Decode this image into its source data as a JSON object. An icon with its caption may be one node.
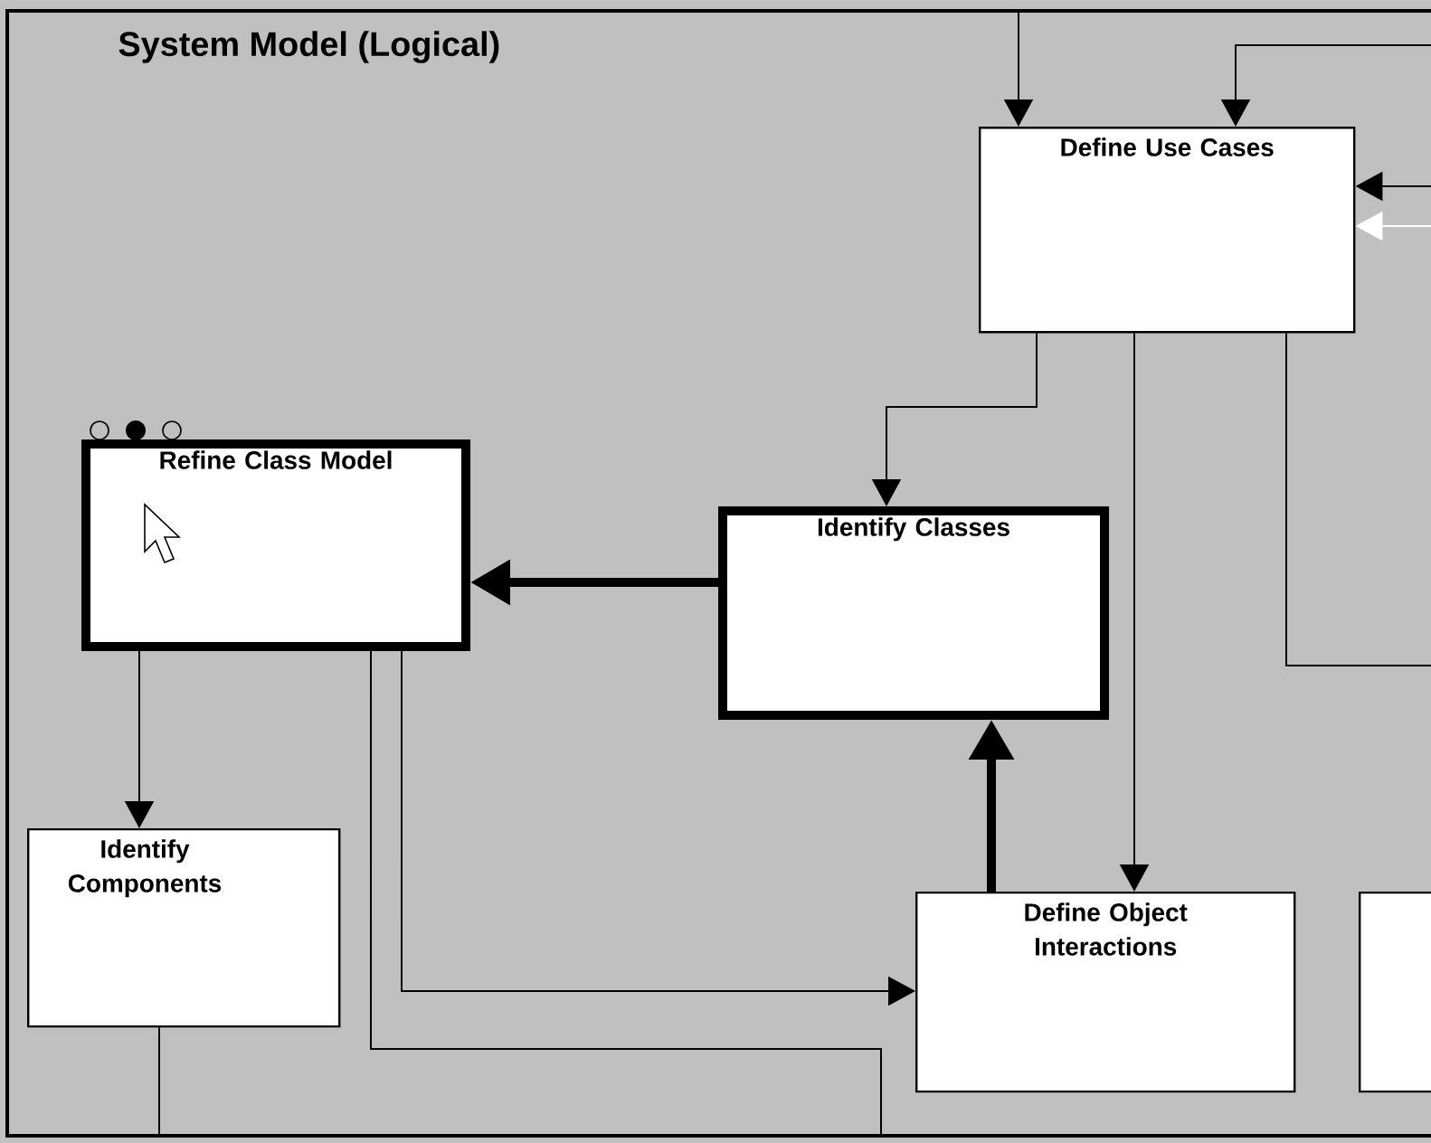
{
  "diagram": {
    "title": "System Model (Logical)",
    "nodes": [
      {
        "text": [
          "Define Use Cases"
        ]
      },
      {
        "text": [
          "Refine Class Model"
        ]
      },
      {
        "text": [
          "Identify Classes"
        ]
      },
      {
        "text": [
          "Identify Components"
        ]
      },
      {
        "text": [
          "Define Object Interactions"
        ]
      },
      {
        "text": [],
        "shape": "box"
      }
    ],
    "edges": [
      {
        "from": null,
        "to": 0,
        "arrow": "to"
      },
      {
        "from": null,
        "to": 0,
        "arrow": "to"
      },
      {
        "from": null,
        "to": 0,
        "arrow": "to"
      },
      {
        "from": null,
        "to": 0,
        "arrow": "to",
        "color": "#ffffff"
      },
      {
        "from": 0,
        "to": 2,
        "arrow": "to"
      },
      {
        "from": 0,
        "to": 4,
        "arrow": "to"
      },
      {
        "from": 0,
        "to": null,
        "arrow": "none"
      },
      {
        "from": 2,
        "to": 1,
        "arrow": "to",
        "style": "thick"
      },
      {
        "from": 4,
        "to": 2,
        "arrow": "to",
        "style": "thick"
      },
      {
        "from": 1,
        "to": 3,
        "arrow": "to"
      },
      {
        "from": 1,
        "to": 4,
        "arrow": "to"
      },
      {
        "from": 1,
        "to": null,
        "arrow": "none"
      },
      {
        "from": 3,
        "to": null,
        "arrow": "none"
      }
    ]
  }
}
